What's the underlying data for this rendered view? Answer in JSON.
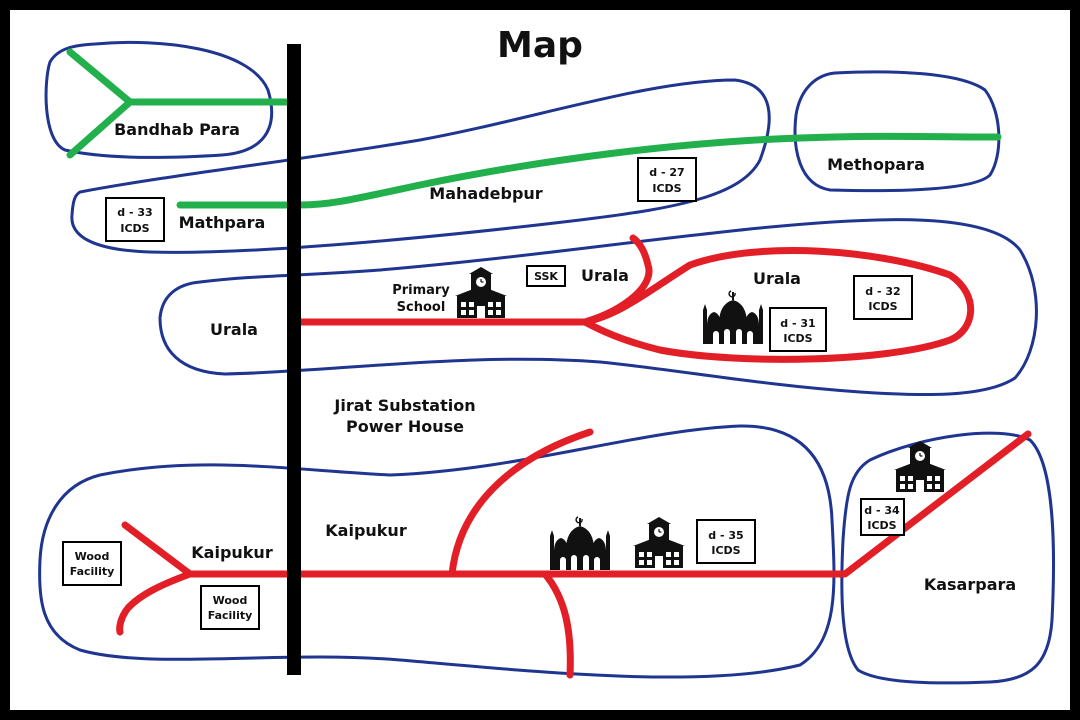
{
  "title": "Map",
  "areas": {
    "bandhab_para": "Bandhab Para",
    "mahadebpur": "Mahadebpur",
    "mathpara": "Mathpara",
    "methopara": "Methopara",
    "urala_west": "Urala",
    "urala_mid": "Urala",
    "urala_east": "Urala",
    "kaipukur_west": "Kaipukur",
    "kaipukur_mid": "Kaipukur",
    "kasarpara": "Kasarpara"
  },
  "substation": {
    "line1": "Jirat Substation",
    "line2": "Power House"
  },
  "school_label": {
    "line1": "Primary",
    "line2": "School"
  },
  "facilities": {
    "icds_27": {
      "line1": "d - 27",
      "line2": "ICDS"
    },
    "icds_33": {
      "line1": "d - 33",
      "line2": "ICDS"
    },
    "icds_31": {
      "line1": "d - 31",
      "line2": "ICDS"
    },
    "icds_32": {
      "line1": "d - 32",
      "line2": "ICDS"
    },
    "icds_35": {
      "line1": "d - 35",
      "line2": "ICDS"
    },
    "icds_34": {
      "line1": "d - 34",
      "line2": "ICDS"
    },
    "ssk": "SSK",
    "wood_1": {
      "line1": "Wood",
      "line2": "Facility"
    },
    "wood_2": {
      "line1": "Wood",
      "line2": "Facility"
    }
  },
  "icons": [
    "school-icon",
    "mosque-icon"
  ],
  "colors": {
    "boundary": "#1f3590",
    "main_road": "#000000",
    "green_road": "#21b04b",
    "red_road": "#e21f26",
    "background": "#ffffff",
    "frame": "#000000"
  }
}
